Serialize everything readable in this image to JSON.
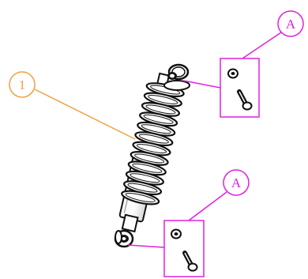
{
  "callouts": {
    "part_number": "1",
    "hardware_top": "A",
    "hardware_bottom": "A"
  },
  "colors": {
    "part_callout": "#f0a040",
    "hardware_callout": "#e020e0",
    "ink": "#111111"
  },
  "icons": [
    "shock-absorber",
    "washer",
    "bolt"
  ]
}
